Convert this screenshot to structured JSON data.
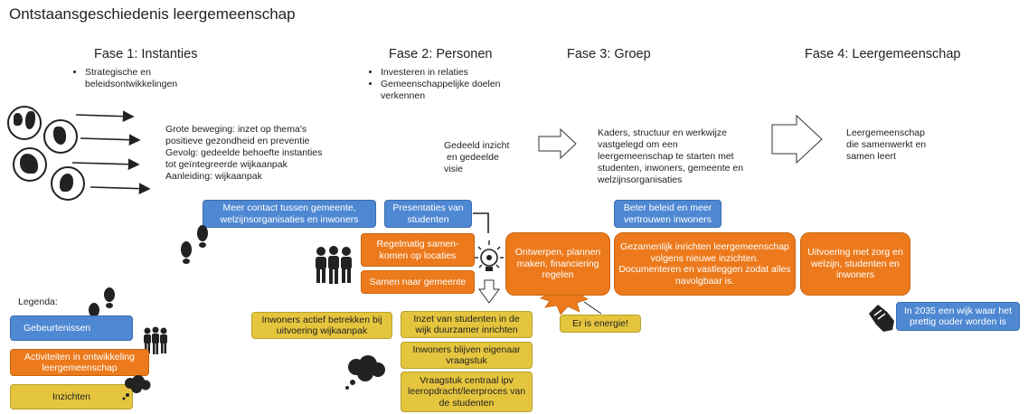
{
  "title": "Ontstaansgeschiedenis leergemeenschap",
  "phases": [
    {
      "title": "Fase 1: Instanties",
      "bullets": [
        "Strategische en beleidsontwikkelingen"
      ]
    },
    {
      "title": "Fase 2: Personen",
      "bullets": [
        "Investeren in relaties",
        "Gemeenschappelijke doelen verkennen"
      ]
    },
    {
      "title": "Fase 3: Groep"
    },
    {
      "title": "Fase 4:  Leergemeenschap"
    }
  ],
  "texts": {
    "movement": [
      "Grote beweging: inzet op thema's",
      "positieve gezondheid en preventie",
      "Gevolg: gedeelde behoefte instanties",
      "tot geïntegreerde wijkaanpak",
      "Aanleiding: wijkaanpak"
    ],
    "shared_insight": [
      "Gedeeld inzicht",
      "en gedeelde",
      "visie"
    ],
    "phase3_desc": [
      "Kaders, structuur en werkwijze",
      "vastgelegd om een",
      "leergemeenschap te starten met",
      "studenten, inwoners, gemeente en",
      "welzijnsorganisaties"
    ],
    "phase4_desc": [
      "Leergemeenschap",
      "die samenwerkt en",
      "samen leert"
    ]
  },
  "events": {
    "contact": "Meer contact tussen gemeente, welzijnsorganisaties en inwoners",
    "presentations": "Presentaties van studenten",
    "policy": "Beter beleid en meer vertrouwen inwoners",
    "goal_2035": "In 2035 een wijk waar het prettig ouder worden is"
  },
  "activities": {
    "meet": "Regelmatig samen-komen op locaties",
    "municipality": "Samen naar gemeente",
    "design": "Ontwerpen, plannen maken, financiering regelen",
    "setup": "Gezamenlijk inrichten leergemeenschap volgens nieuwe inzichten. Documenteren en vastleggen zodat alles navolgbaar is.",
    "execution": "Uitvoering met zorg en welzijn, studenten en inwoners"
  },
  "insights": {
    "residents_active": "Inwoners actief betrekken bij uitvoering wijkaanpak",
    "students_deploy": "Inzet van studenten in de wijk duurzamer inrichten",
    "residents_owner": "Inwoners blijven eigenaar vraagstuk",
    "central_question": "Vraagstuk centraal ipv leeropdracht/leerproces van de studenten"
  },
  "energy": "Er is energie!",
  "legend": {
    "title": "Legenda:",
    "events": "Gebeurtenissen",
    "activities": "Activiteiten in ontwikkeling leergemeenschap",
    "insights": "Inzichten"
  },
  "colors": {
    "event": "#4f88d2",
    "activity": "#ec7a1c",
    "insight": "#e5c53e",
    "energy_star": "#ec7a1c"
  },
  "icons": [
    "globe-icon",
    "netherlands-map-icon",
    "europe-map-icon",
    "region-map-icon",
    "footprints-icon",
    "people-group-icon",
    "lightbulb-icon",
    "thought-cloud-icon",
    "explosion-icon",
    "shoe-icon"
  ]
}
